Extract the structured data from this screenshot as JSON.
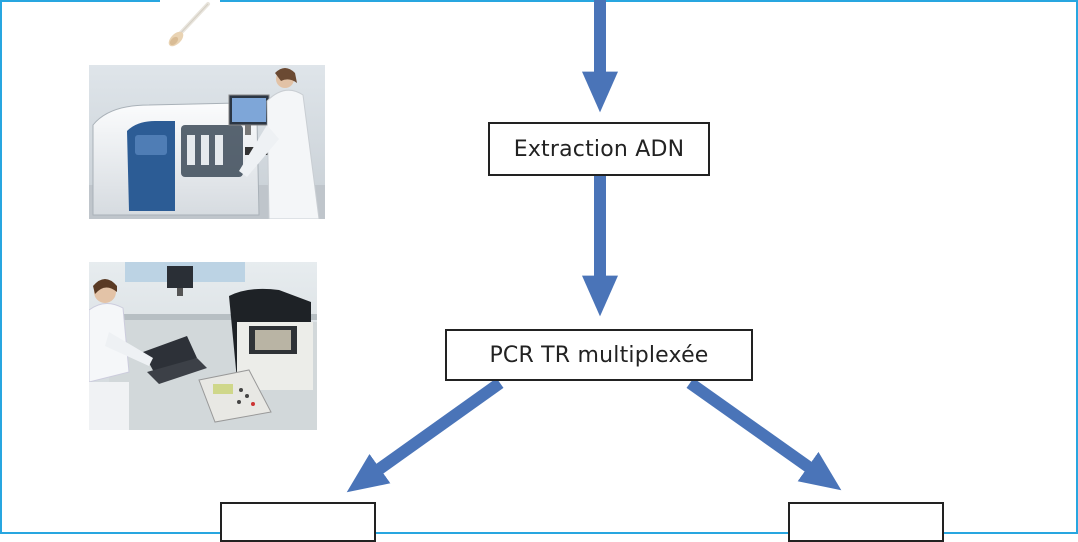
{
  "diagram": {
    "step_extraction": "Extraction ADN",
    "step_pcr": "PCR TR multiplexée",
    "result_left": "",
    "result_right": ""
  },
  "colors": {
    "frame": "#28a6e0",
    "arrow": "#4a74b8",
    "box_border": "#222222"
  },
  "images": {
    "swab": "swab-photo",
    "extractor": "dna-extractor-lab-photo",
    "pcr_lab": "pcr-lab-photo"
  }
}
